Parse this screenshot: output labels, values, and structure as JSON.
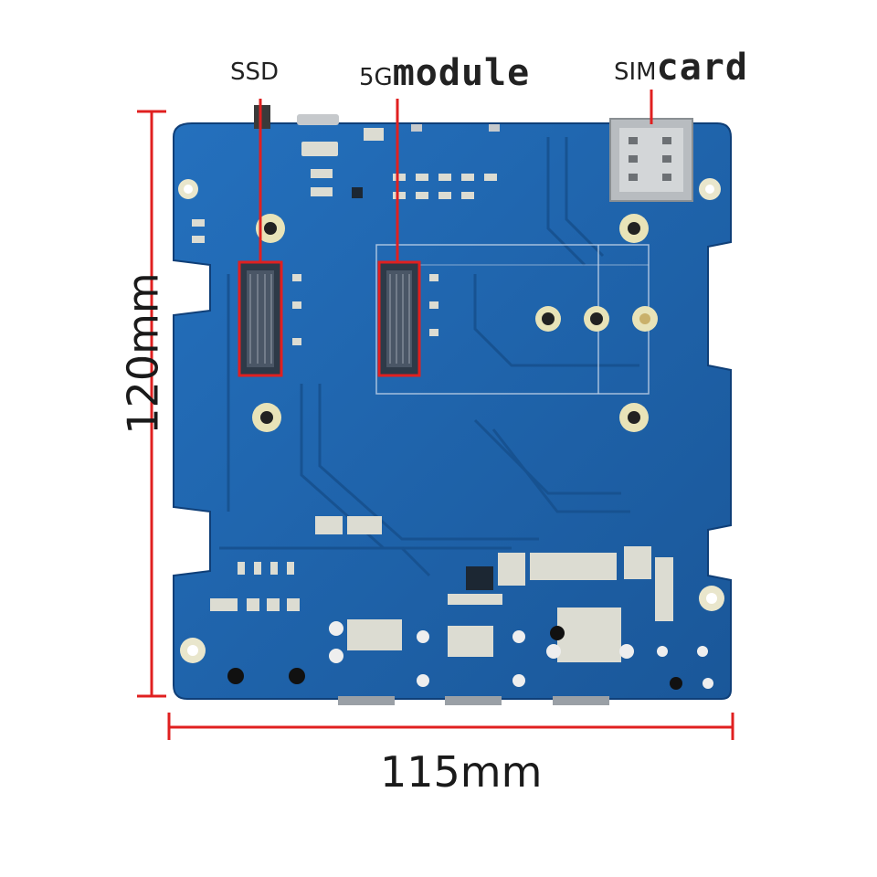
{
  "labels": {
    "ssd": "SSD",
    "fiveg_prefix": "5G",
    "fiveg_suffix": "module",
    "sim_prefix": "SIM",
    "sim_suffix": "card"
  },
  "dimensions": {
    "height": "120mm",
    "width": "115mm"
  },
  "colors": {
    "board": "#1d5fa6",
    "callout": "#e02020",
    "dimension_line": "#e02020"
  }
}
